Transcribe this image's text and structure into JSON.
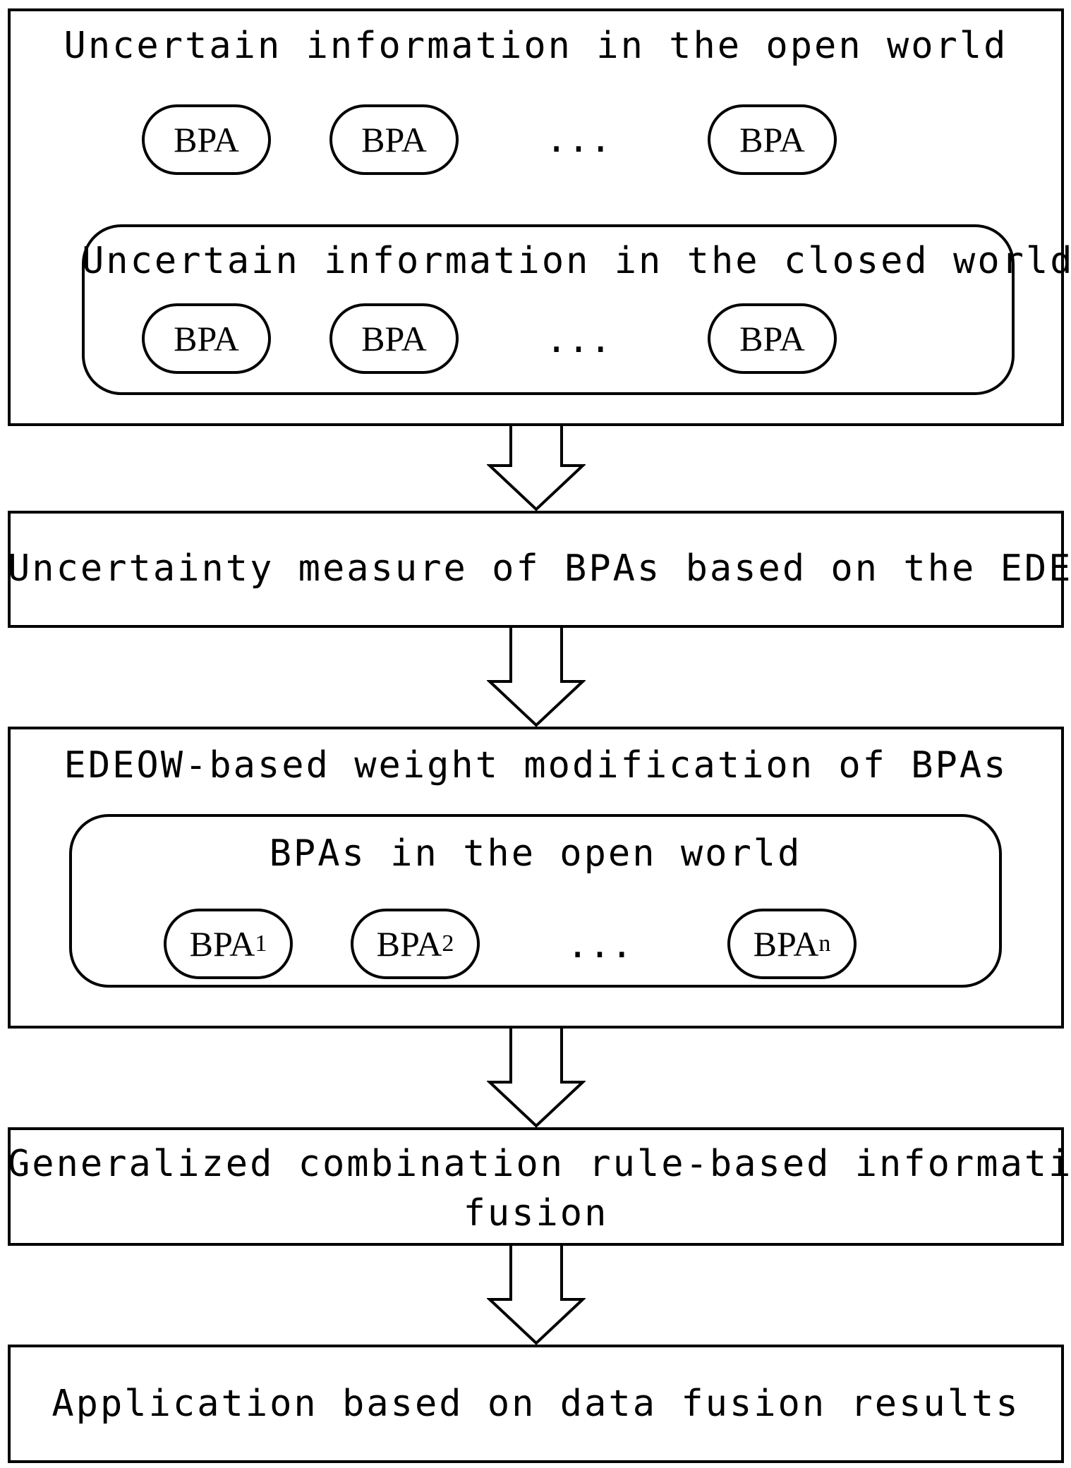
{
  "open_world": {
    "title": "Uncertain information in the open world",
    "bpas": [
      "BPA",
      "BPA",
      "BPA"
    ],
    "ellipsis": "...",
    "closed_world": {
      "title": "Uncertain information in the closed world",
      "bpas": [
        "BPA",
        "BPA",
        "BPA"
      ],
      "ellipsis": "..."
    }
  },
  "step_uncertainty": "Uncertainty measure of BPAs based on the EDEOW",
  "step_weight": {
    "title": "EDEOW-based weight modification of BPAs",
    "inner_title": "BPAs in the open world",
    "bpas": [
      {
        "base": "BPA",
        "sub": "1"
      },
      {
        "base": "BPA",
        "sub": "2"
      },
      {
        "base": "BPA",
        "sub": "n"
      }
    ],
    "ellipsis": "..."
  },
  "step_fusion": {
    "line1": "Generalized combination rule-based information",
    "line2": "fusion"
  },
  "step_application": "Application based on data fusion results"
}
